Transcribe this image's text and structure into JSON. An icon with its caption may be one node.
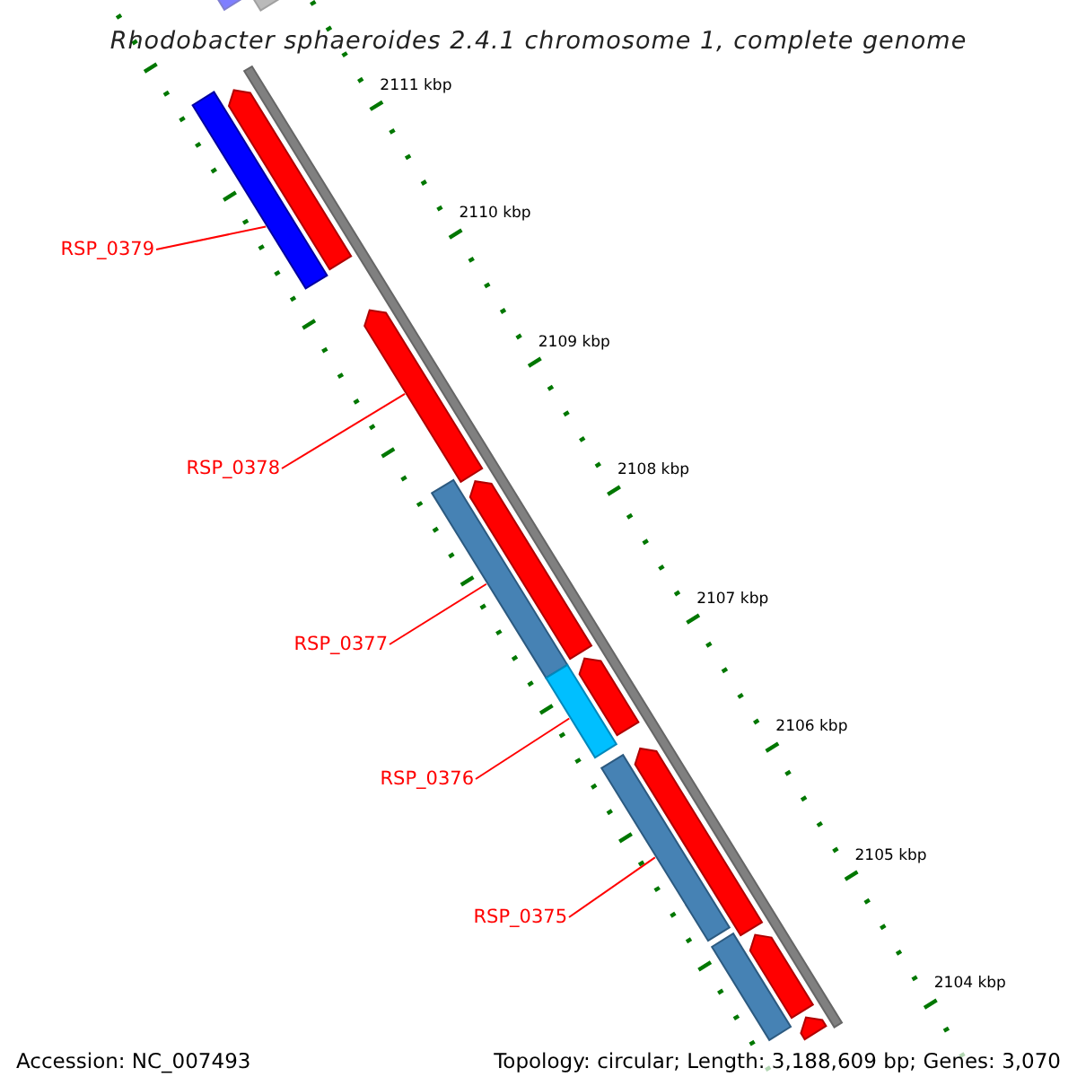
{
  "diagram": {
    "title": "Rhodobacter sphaeroides 2.4.1 chromosome 1, complete genome",
    "nodes": [
      {
        "text": [
          "RSP_0379"
        ]
      },
      {
        "text": [
          "RSP_0378"
        ]
      },
      {
        "text": [
          "RSP_0377"
        ]
      },
      {
        "text": [
          "RSP_0376"
        ]
      },
      {
        "text": [
          "RSP_0375"
        ]
      },
      {
        "text": [],
        "shape": "bar"
      },
      {
        "text": [],
        "shape": "bar"
      },
      {
        "text": [],
        "shape": "bar"
      },
      {
        "text": [],
        "shape": "bar"
      },
      {
        "text": [],
        "shape": "bar"
      },
      {
        "text": [],
        "shape": "bar"
      },
      {
        "text": [],
        "shape": "bar"
      },
      {
        "text": [],
        "shape": "bar"
      },
      {
        "text": [],
        "shape": "bar"
      },
      {
        "text": [],
        "shape": "bar"
      },
      {
        "text": [],
        "shape": "bar"
      },
      {
        "text": [],
        "shape": "bar"
      },
      {
        "text": [],
        "shape": "bar"
      },
      {
        "text": [],
        "shape": "bar"
      },
      {
        "text": [],
        "shape": "bar"
      }
    ],
    "edges": [
      {
        "from": 0,
        "to": 7,
        "arrow": "none"
      },
      {
        "from": 1,
        "to": 9,
        "arrow": "none"
      },
      {
        "from": 2,
        "to": 10,
        "arrow": "none"
      },
      {
        "from": 3,
        "to": 12,
        "arrow": "none"
      },
      {
        "from": 4,
        "to": 14,
        "arrow": "none"
      }
    ],
    "labels": [
      "2111 kbp",
      "2110 kbp",
      "2109 kbp",
      "2108 kbp",
      "2107 kbp",
      "2106 kbp",
      "2105 kbp",
      "2104 kbp",
      "Accession: NC_007493",
      "Topology: circular; Length: 3,188,609 bp; Genes: 3,070"
    ]
  }
}
